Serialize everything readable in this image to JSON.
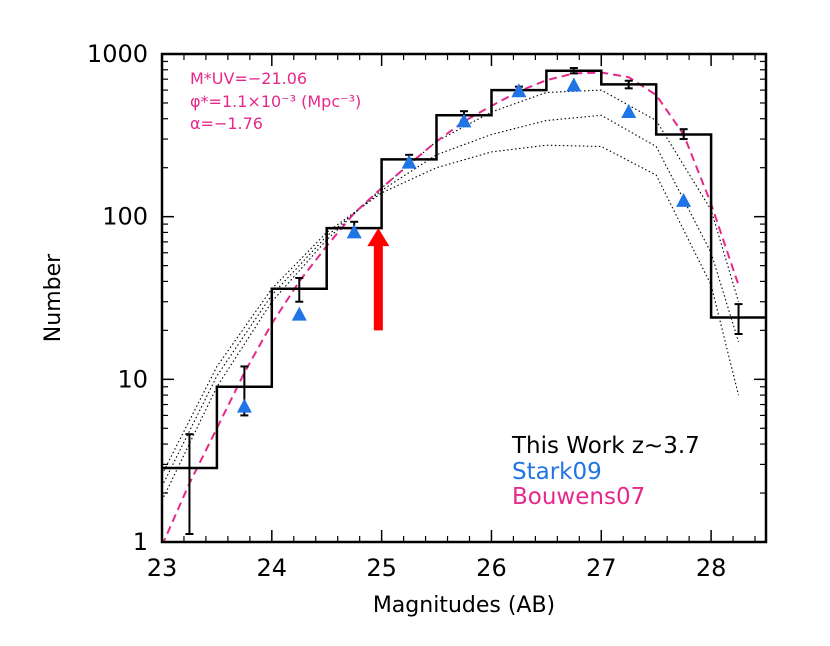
{
  "chart_data": {
    "type": "line",
    "xlabel": "Magnitudes (AB)",
    "ylabel": "Number",
    "xlim": [
      23,
      28.5
    ],
    "ylim": [
      1,
      1000
    ],
    "yscale": "log",
    "x_ticks": [
      "23",
      "24",
      "25",
      "26",
      "27",
      "28"
    ],
    "y_ticks": [
      "1",
      "10",
      "100",
      "1000"
    ],
    "annotation_lines": [
      "M*UV=−21.06",
      "φ*=1.1×10⁻³ (Mpc⁻³)",
      "α=−1.76"
    ],
    "legend": [
      "This Work z~3.7",
      "Stark09",
      "Bouwens07"
    ],
    "colors": {
      "this_work": "#000000",
      "stark09": "#1f75e6",
      "bouwens07": "#e6288c",
      "arrow": "#ff0000",
      "dotted": "#000000"
    },
    "series": [
      {
        "name": "This Work z~3.7",
        "style": "step",
        "bin_edges": [
          23.0,
          23.5,
          24.0,
          24.5,
          25.0,
          25.5,
          26.0,
          26.5,
          27.0,
          27.5,
          28.0,
          28.5
        ],
        "values": [
          2.85,
          9.0,
          36,
          85,
          225,
          420,
          600,
          790,
          650,
          320,
          24
        ],
        "errors_x": [
          23.25,
          23.75,
          24.25,
          24.75,
          25.25,
          25.75,
          26.25,
          26.75,
          27.25,
          27.75,
          28.25
        ],
        "errors_low": [
          1.12,
          6.0,
          30,
          78,
          210,
          390,
          570,
          760,
          615,
          300,
          19
        ],
        "errors_high": [
          4.6,
          12.0,
          42,
          93,
          240,
          445,
          630,
          820,
          685,
          345,
          29
        ]
      },
      {
        "name": "Stark09",
        "style": "triangle",
        "x": [
          23.75,
          24.25,
          24.75,
          25.25,
          25.75,
          26.25,
          26.75,
          27.25,
          27.75
        ],
        "values": [
          6.8,
          25,
          80,
          215,
          385,
          590,
          640,
          440,
          125
        ]
      },
      {
        "name": "Bouwens07",
        "style": "dashed",
        "x": [
          23.0,
          23.25,
          23.5,
          23.75,
          24.0,
          24.25,
          24.5,
          24.75,
          25.0,
          25.25,
          25.5,
          25.75,
          26.0,
          26.25,
          26.5,
          26.75,
          27.0,
          27.25,
          27.5,
          27.75,
          28.0,
          28.25
        ],
        "values": [
          0.95,
          2.3,
          5.0,
          11,
          22,
          40,
          66,
          105,
          150,
          210,
          290,
          385,
          480,
          590,
          690,
          760,
          770,
          720,
          560,
          320,
          120,
          38
        ]
      }
    ],
    "dotted_curves": [
      {
        "x": [
          23.0,
          23.5,
          24.0,
          24.5,
          25.0,
          25.5,
          26.0,
          26.5,
          27.0,
          27.5,
          28.0,
          28.25
        ],
        "values": [
          1.8,
          9,
          30,
          72,
          150,
          290,
          440,
          580,
          600,
          390,
          110,
          30
        ]
      },
      {
        "x": [
          23.0,
          23.5,
          24.0,
          24.5,
          25.0,
          25.5,
          26.0,
          26.5,
          27.0,
          27.5,
          28.0,
          28.25
        ],
        "values": [
          2.2,
          10.5,
          33,
          76,
          145,
          240,
          320,
          390,
          420,
          270,
          60,
          17
        ]
      },
      {
        "x": [
          23.0,
          23.5,
          24.0,
          24.5,
          25.0,
          25.5,
          26.0,
          26.5,
          27.0,
          27.5,
          28.0,
          28.25
        ],
        "values": [
          2.6,
          12,
          36,
          80,
          140,
          200,
          250,
          275,
          270,
          180,
          38,
          8
        ]
      }
    ],
    "arrow_x": 24.97,
    "arrow_from": 20,
    "arrow_to": 85
  }
}
